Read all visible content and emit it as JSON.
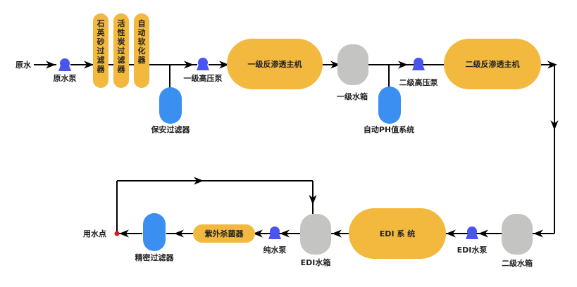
{
  "colors": {
    "process_unit": "#F3B93E",
    "filter": "#3B8FF0",
    "tank": "#C4C4C2",
    "pump": "#4A55F0",
    "endpoint": "#E8141C",
    "pipe": "#000000"
  },
  "nodes": {
    "raw_water": "原水",
    "raw_pump": "原水泵",
    "quartz_filter": "石英砂过滤器",
    "carbon_filter": "活性炭过滤器",
    "softener": "自动软化器",
    "security_filter": "保安过滤器",
    "hp_pump_1": "一级高压泵",
    "ro_1": "一级反渗透主机",
    "tank_1": "一级水箱",
    "ph_system": "自动PH值系统",
    "hp_pump_2": "二级高压泵",
    "ro_2": "二级反渗透主机",
    "tank_2": "二级水箱",
    "edi_pump": "EDI水泵",
    "edi_system": "EDI 系 统",
    "edi_tank": "EDI水箱",
    "pure_pump": "纯水泵",
    "uv": "紫外杀菌器",
    "precision_filter": "精密过滤器",
    "use_point": "用水点"
  },
  "vertical_chars": {
    "quartz_filter": [
      "石",
      "英",
      "砂",
      "过",
      "滤",
      "器"
    ],
    "carbon_filter": [
      "活",
      "性",
      "炭",
      "过",
      "滤",
      "器"
    ],
    "softener": [
      "自",
      "动",
      "软",
      "化",
      "器"
    ]
  }
}
